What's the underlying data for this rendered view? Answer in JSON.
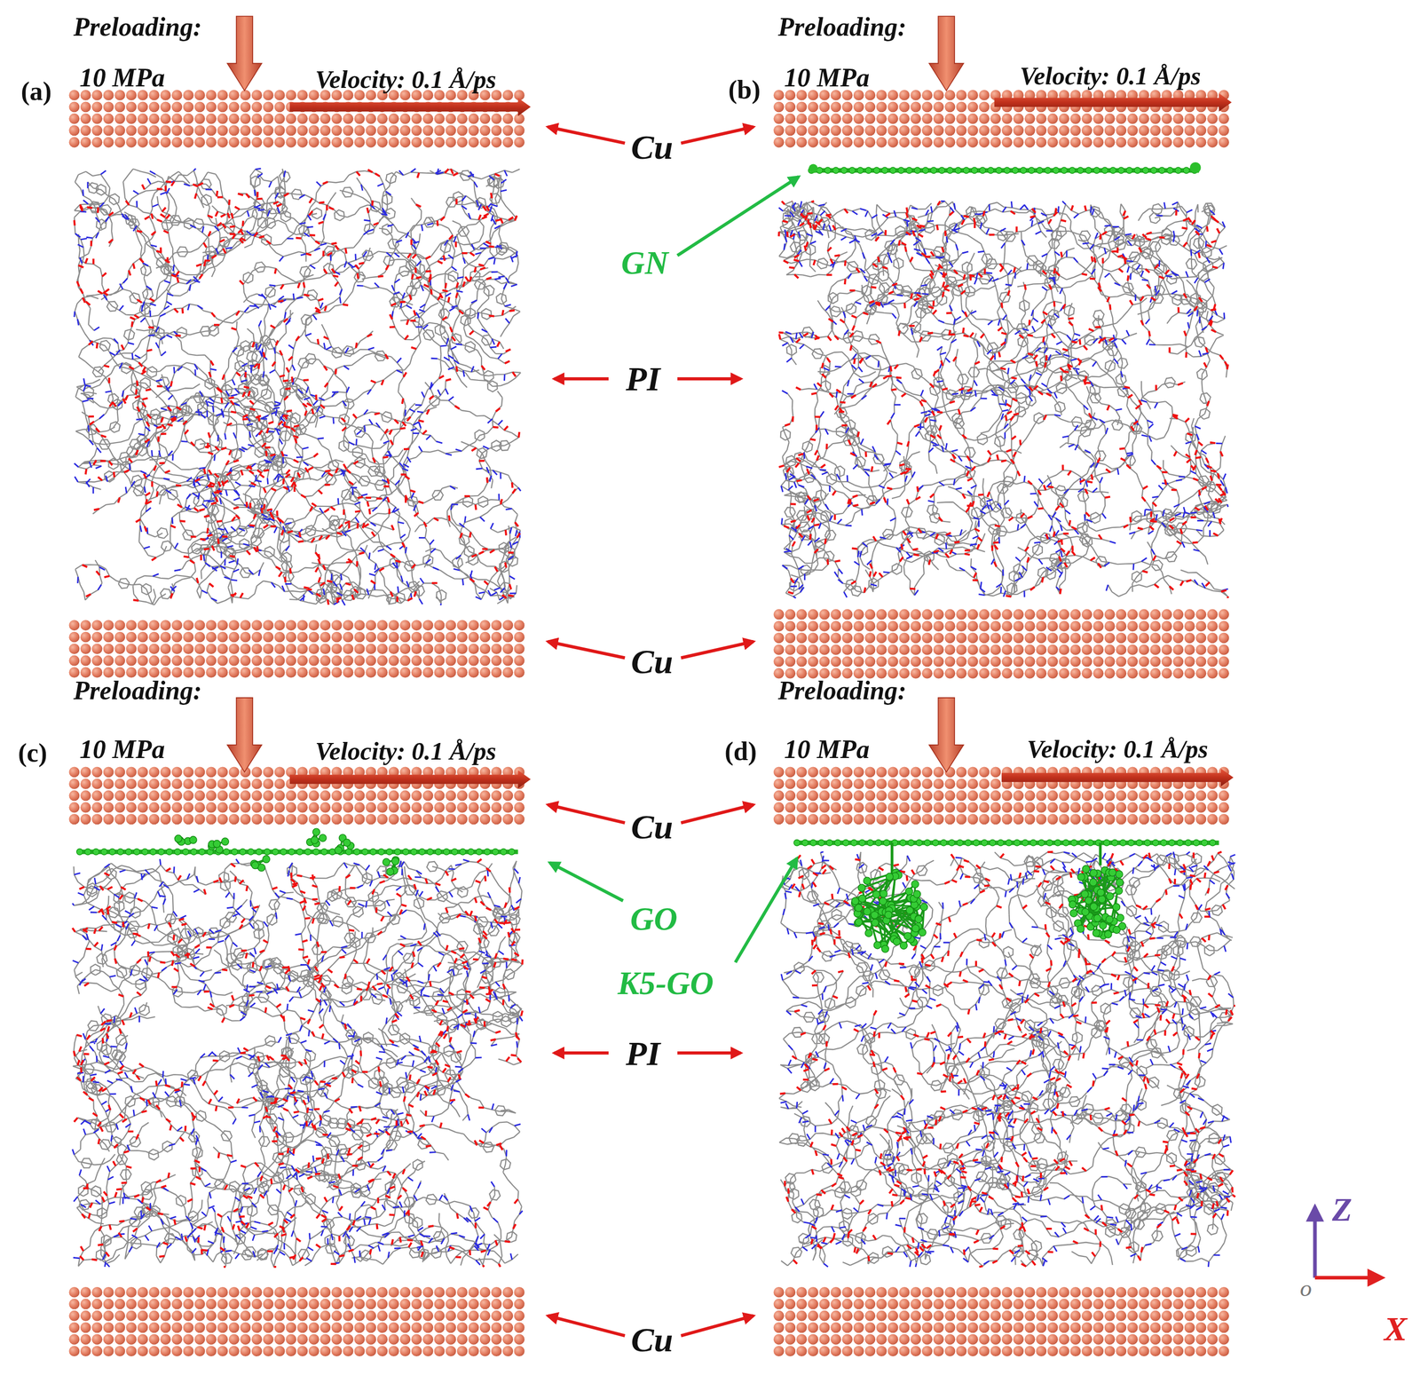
{
  "diagram": {
    "labels": [
      "Preloading:",
      "10 MPa",
      "(a)",
      "Velocity: 0.1 Å/ps",
      "Preloading:",
      "(b)",
      "10 MPa",
      "Velocity: 0.1 Å/ps",
      "Cu",
      "GN",
      "PI",
      "Cu",
      "Preloading:",
      "10 MPa",
      "(c)",
      "Velocity: 0.1 Å/ps",
      "Preloading:",
      "(d)",
      "10 MPa",
      "Velocity: 0.1 Å/ps",
      "Cu",
      "GO",
      "K5-GO",
      "PI",
      "Cu",
      "Z",
      "o",
      "X"
    ]
  }
}
